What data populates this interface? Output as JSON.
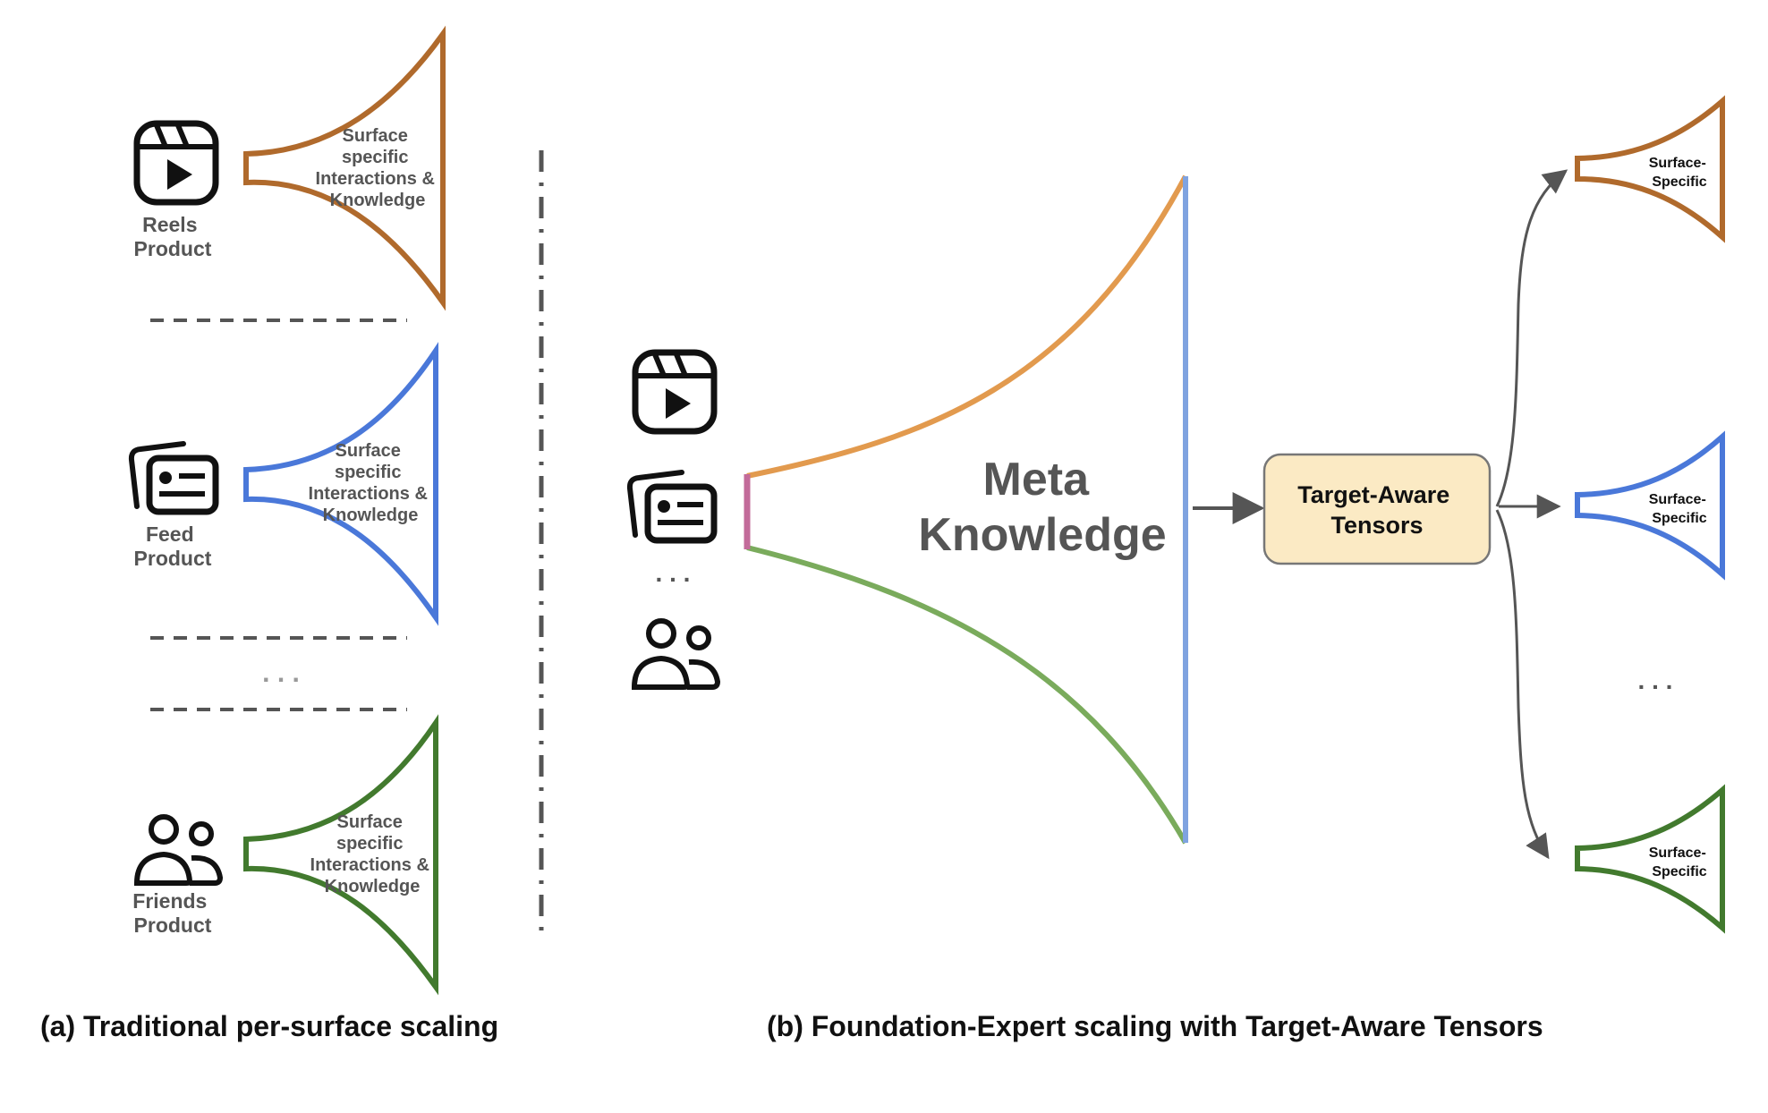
{
  "panel_a": {
    "caption": "(a) Traditional per-surface scaling",
    "funnels": [
      {
        "product": [
          "Reels",
          "Product"
        ],
        "label": [
          "Surface",
          "specific",
          "Interactions &",
          "Knowledge"
        ],
        "color": "#b06a2c"
      },
      {
        "product": [
          "Feed",
          "Product"
        ],
        "label": [
          "Surface",
          "specific",
          "Interactions &",
          "Knowledge"
        ],
        "color": "#4a78d9"
      },
      {
        "product": [
          "Friends",
          "Product"
        ],
        "label": [
          "Surface",
          "specific",
          "Interactions &",
          "Knowledge"
        ],
        "color": "#427a2e"
      }
    ],
    "ellipsis": ". . ."
  },
  "panel_b": {
    "caption": "(b) Foundation-Expert scaling with Target-Aware Tensors",
    "meta": [
      "Meta",
      "Knowledge"
    ],
    "tensor_box": [
      "Target-Aware",
      "Tensors"
    ],
    "ellipsis_left": ". . .",
    "ellipsis_right": ". . .",
    "experts": [
      {
        "label": [
          "Surface-",
          "Specific"
        ],
        "color": "#b06a2c"
      },
      {
        "label": [
          "Surface-",
          "Specific"
        ],
        "color": "#4a78d9"
      },
      {
        "label": [
          "Surface-",
          "Specific"
        ],
        "color": "#427a2e"
      }
    ],
    "colors": {
      "top_curve": "#e29a4e",
      "bottom_curve": "#7aab5c",
      "mouth": "#7fa3e0",
      "throat": "#c36b9a",
      "box_fill": "#fbeac4",
      "box_stroke": "#777777",
      "arrow": "#555555"
    }
  },
  "icons": [
    "reels-icon",
    "feed-icon",
    "friends-icon"
  ]
}
